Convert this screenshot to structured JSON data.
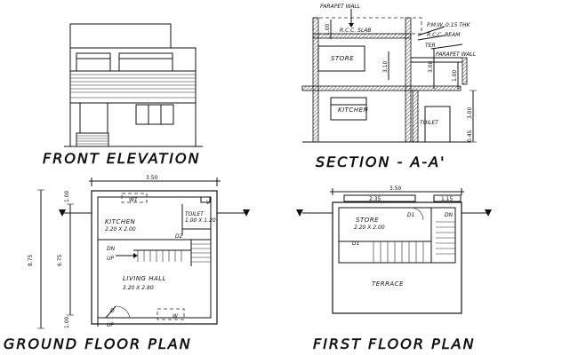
{
  "front_elevation": {
    "title": "FRONT ELEVATION"
  },
  "section": {
    "title": "SECTION - A-A'",
    "labels": {
      "parapet_top": "PARAPET WALL",
      "pmw": "P.M.W. 0.15 THK",
      "rcc_slab": "R.C.C. SLAB",
      "rcc_beam": "R.C.C. BEAM",
      "ter": "TER",
      "parapet_right": "PARAPET WALL",
      "store": "STORE",
      "kitchen": "KITCHEN",
      "toilet": "TOILET"
    },
    "dims": {
      "d1": "1.00",
      "d2": "3.10",
      "d3": "3.00",
      "d4": "1.00",
      "d5": "3.00",
      "d6": "0.45"
    }
  },
  "ground_floor": {
    "title": "GROUND FLOOR PLAN",
    "width_dim": "3.50",
    "left_dims": {
      "overall": "8.75",
      "inner": "6.75",
      "top": "1.00",
      "bottom": "1.00"
    },
    "rooms": {
      "kitchen": "KITCHEN",
      "kitchen_size": "2.20 X 2.00",
      "toilet": "TOILET",
      "toilet_size": "1.00 X 1.20",
      "living": "LIVING HALL",
      "living_size": "3.20 X 2.80"
    },
    "marks": {
      "w1": "W1",
      "v": "V",
      "d2": "D2",
      "dn": "DN",
      "up": "UP",
      "d": "D",
      "up2": "UP",
      "w": "W"
    }
  },
  "first_floor": {
    "title": "FIRST FLOOR PLAN",
    "width_dim": "3.50",
    "dims": {
      "d1": "2.35",
      "d2": "1.15"
    },
    "rooms": {
      "store": "STORE",
      "store_size": "2.20 X 2.00",
      "terrace": "TERRACE"
    },
    "marks": {
      "d1a": "D1",
      "dn": "DN",
      "d1b": "D1"
    }
  }
}
